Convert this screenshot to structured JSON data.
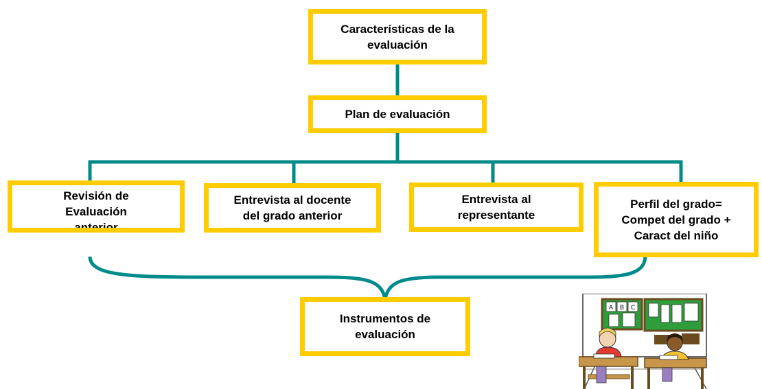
{
  "colors": {
    "box_border": "#FFCC00",
    "connector": "#008B8B",
    "text": "#000000"
  },
  "nodes": {
    "caracteristicas": "Características de la\nevaluación",
    "plan": "Plan de evaluación",
    "revision": "Revisión de\nEvaluación\nanterior",
    "entrevista_docente": "Entrevista al docente\ndel grado anterior",
    "entrevista_representante": "Entrevista al\nrepresentante",
    "perfil": "Perfil del grado=\nCompet del grado +\nCaract del niño",
    "instrumentos": "Instrumentos de\nevaluación"
  },
  "illustration": {
    "icon": "classroom-clipart",
    "board_letters": [
      "A",
      "B",
      "C"
    ]
  }
}
